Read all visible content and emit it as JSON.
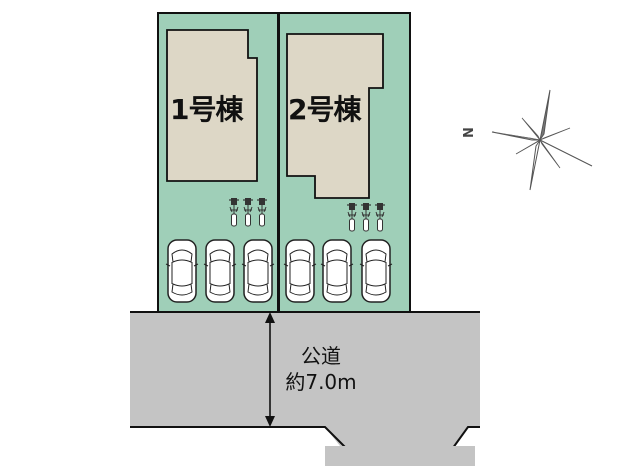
{
  "plan": {
    "lots": [
      {
        "id": "lot-1",
        "building_label": "1号棟",
        "parking_spaces": 3,
        "bicycles": 3
      },
      {
        "id": "lot-2",
        "building_label": "2号棟",
        "parking_spaces": 3,
        "bicycles": 3
      }
    ],
    "road": {
      "line1": "公道",
      "line2": "約7.0m"
    },
    "compass": {
      "north_label": "N",
      "icon": "compass-rose-icon"
    },
    "colors": {
      "lot_fill": "#9fcfb8",
      "building_fill": "#ddd7c6",
      "road_fill": "#c4c4c4",
      "outline": "#111111"
    }
  }
}
